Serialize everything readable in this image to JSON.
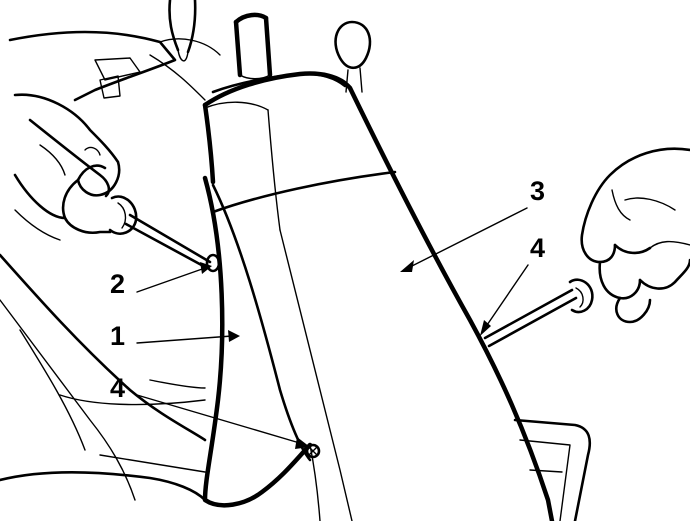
{
  "callouts": [
    {
      "id": "callout-1",
      "label": "1"
    },
    {
      "id": "callout-2",
      "label": "2"
    },
    {
      "id": "callout-3",
      "label": "3"
    },
    {
      "id": "callout-4-right",
      "label": "4"
    },
    {
      "id": "callout-4-lower",
      "label": "4"
    }
  ],
  "colors": {
    "ink": "#000000",
    "background": "#ffffff"
  }
}
